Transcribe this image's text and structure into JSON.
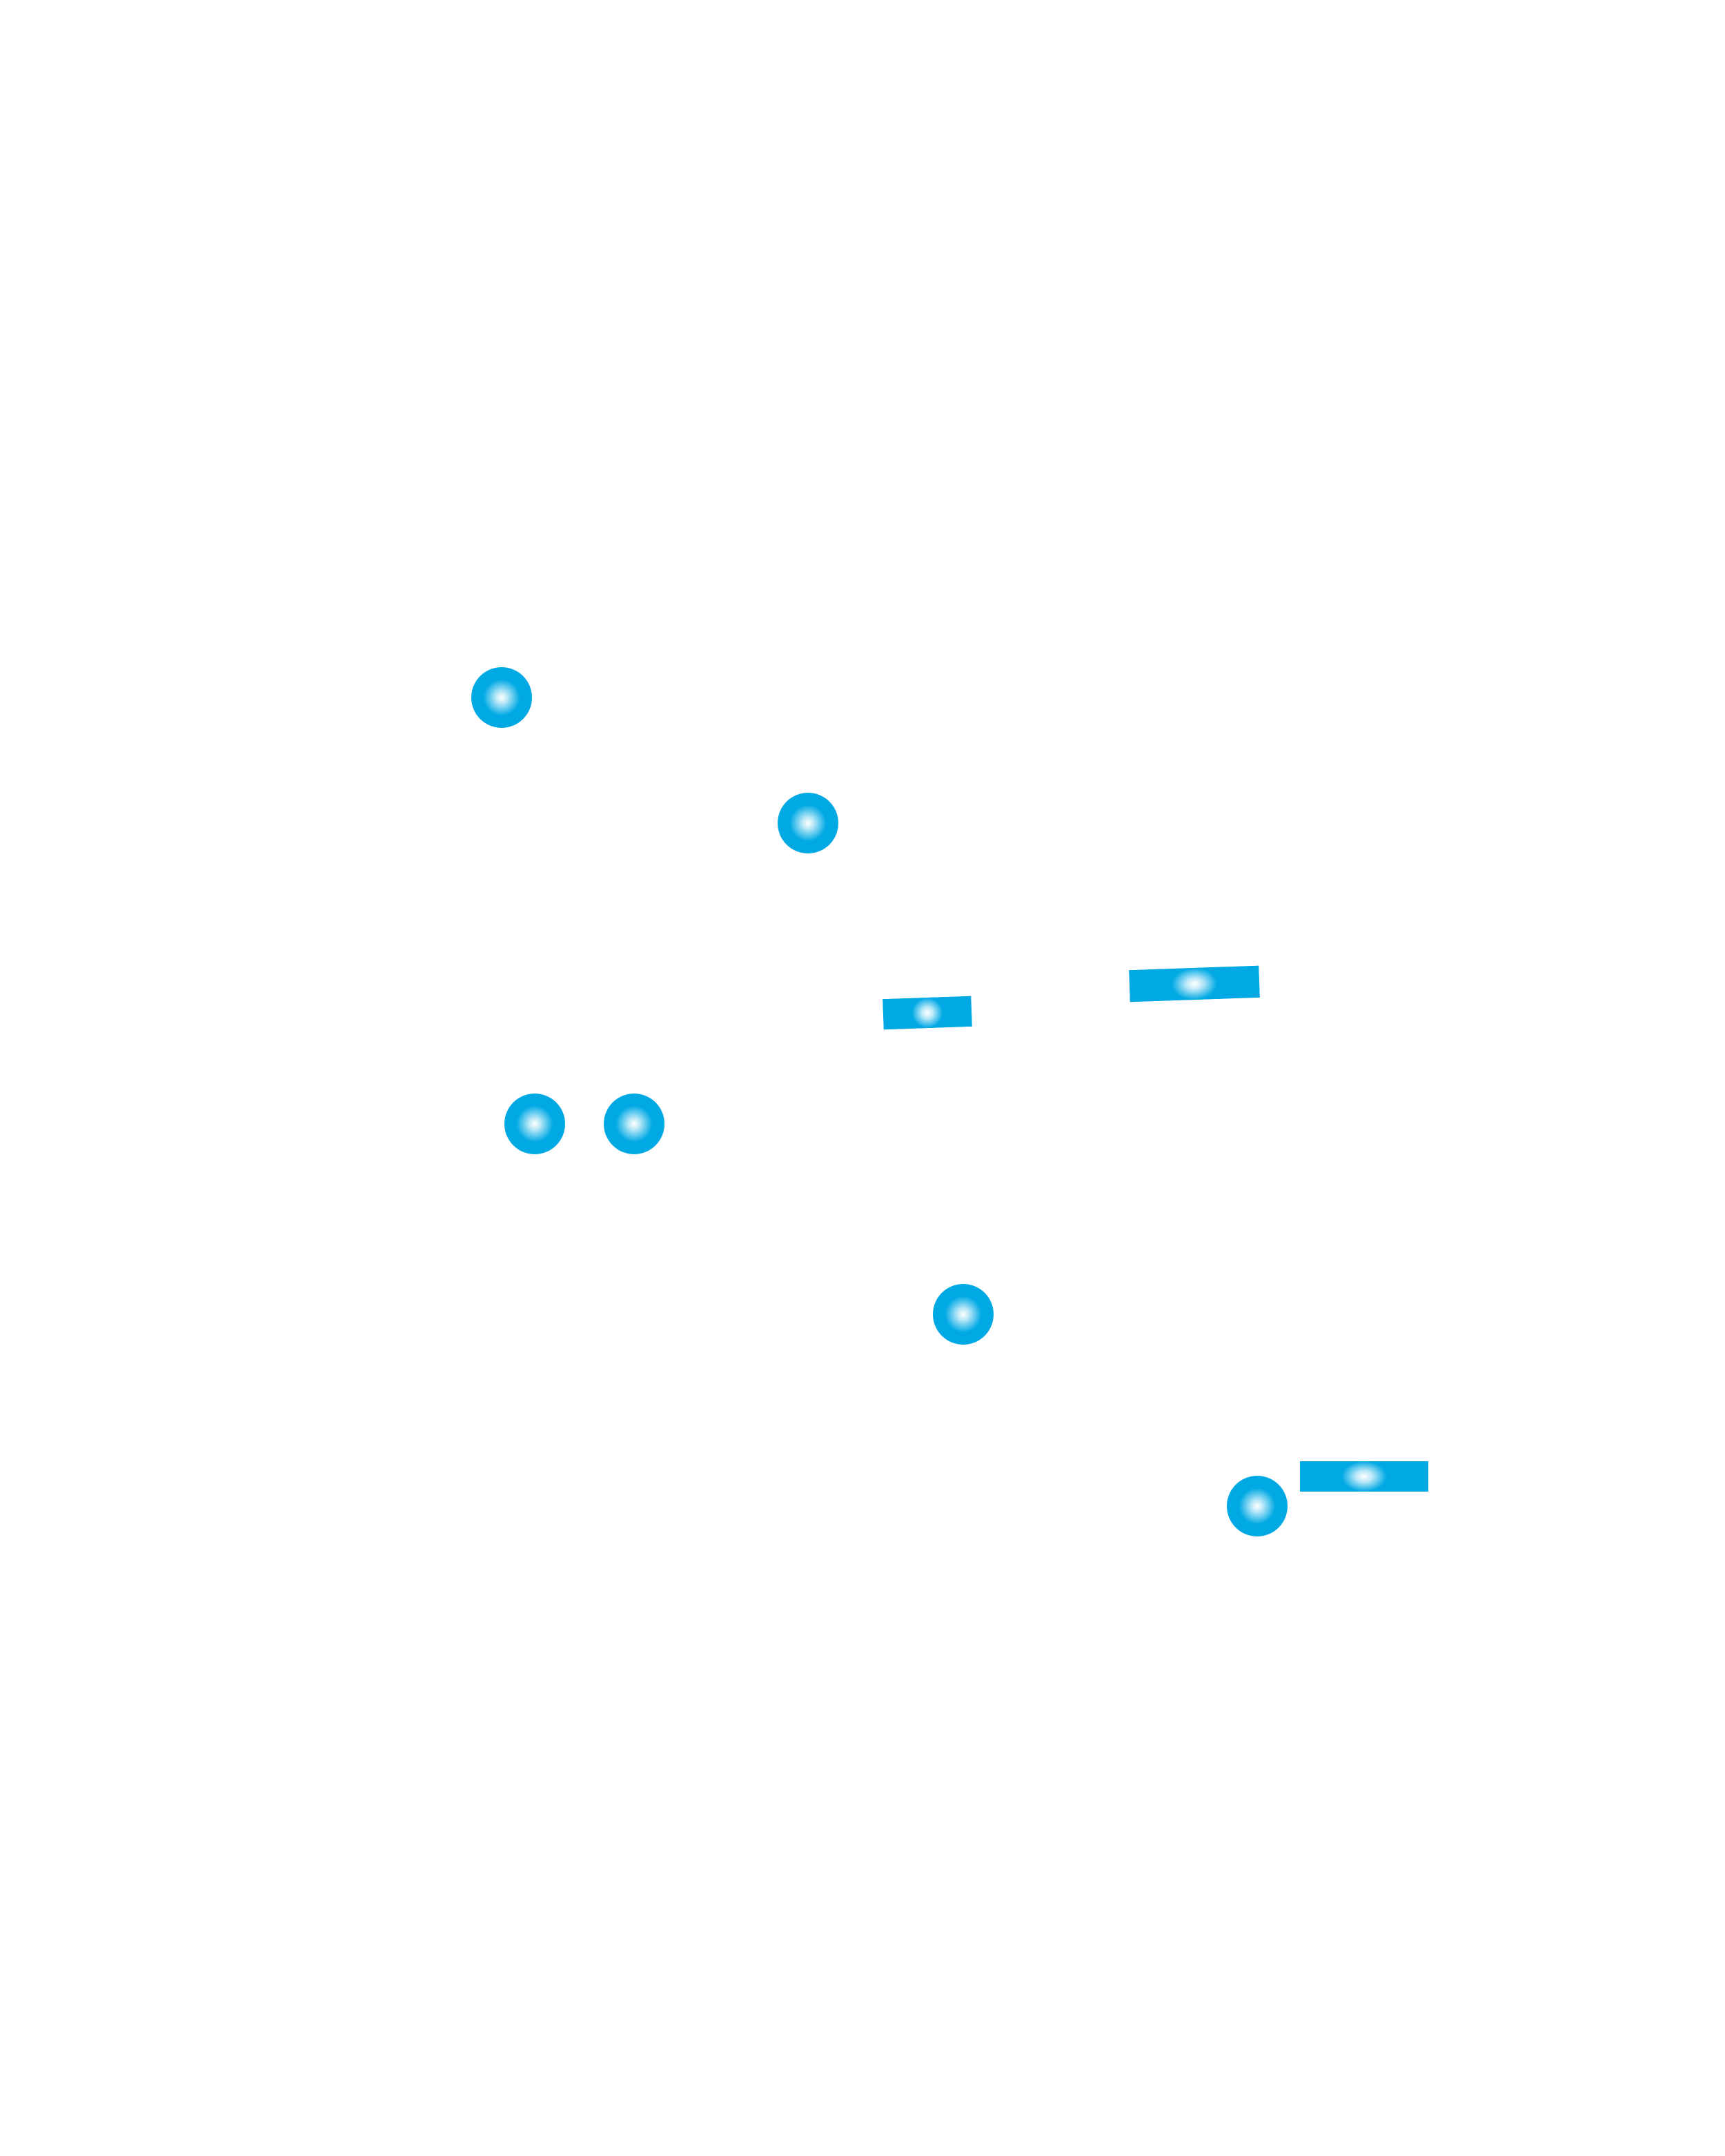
{
  "colors": {
    "background": "#ffffff",
    "mark_fill": "#00a9e4",
    "highlight": "#ffffff"
  },
  "elements": [
    {
      "kind": "dot",
      "name": "dot-1"
    },
    {
      "kind": "dot",
      "name": "dot-2"
    },
    {
      "kind": "dash",
      "name": "dash-1"
    },
    {
      "kind": "dash",
      "name": "dash-2"
    },
    {
      "kind": "dot",
      "name": "dot-3"
    },
    {
      "kind": "dot",
      "name": "dot-4"
    },
    {
      "kind": "dot",
      "name": "dot-5"
    },
    {
      "kind": "dot",
      "name": "dot-6"
    },
    {
      "kind": "dash",
      "name": "dash-3"
    }
  ]
}
